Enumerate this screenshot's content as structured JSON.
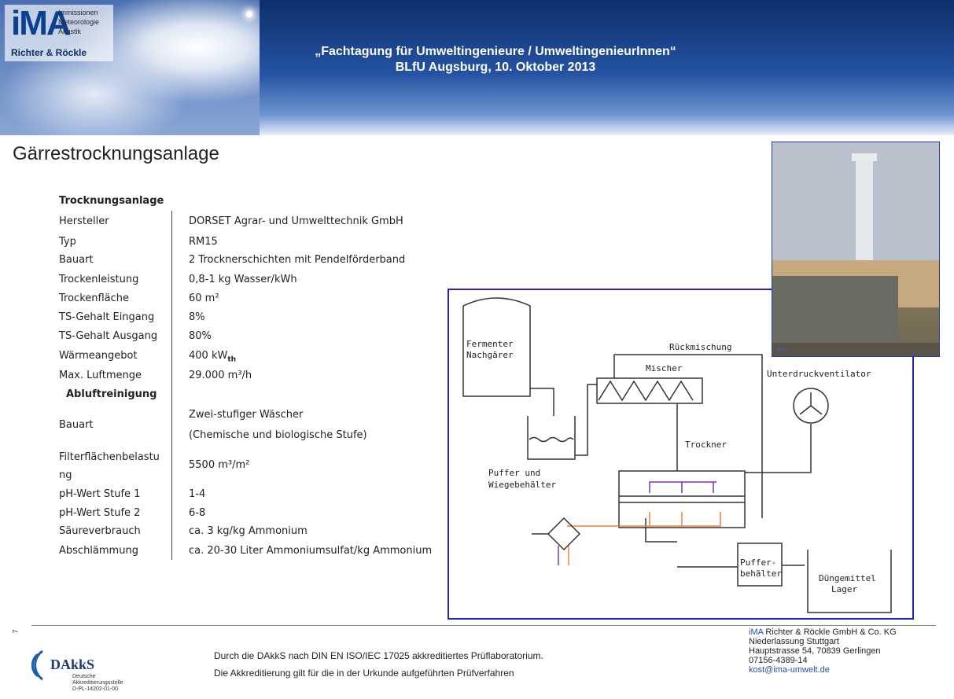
{
  "header": {
    "logo_ima": "iMA",
    "logo_lines": [
      "Immissionen",
      "Meteorologie",
      "Akustik"
    ],
    "logo_company": "Richter & Röckle",
    "conference_line1": "„Fachtagung für  Umweltingenieure / UmweltingenieurInnen“",
    "conference_line2": "BLfU Augsburg, 10. Oktober 2013"
  },
  "slide_title": "Gärrestrocknungsanlage",
  "table": {
    "section1": "Trocknungsanlage",
    "rows": [
      {
        "label": "Hersteller",
        "value": "DORSET Agrar- und Umwelttechnik GmbH"
      },
      {
        "label": "Typ",
        "value": "RM15"
      },
      {
        "label": "Bauart",
        "value": "2 Trocknerschichten mit Pendelförderband"
      },
      {
        "label": "Trockenleistung",
        "value": "0,8-1 kg Wasser/kWh"
      },
      {
        "label": "Trockenfläche",
        "value": "60 m²"
      },
      {
        "label": "TS-Gehalt Eingang",
        "value": "8%"
      },
      {
        "label": "TS-Gehalt Ausgang",
        "value": "80%"
      },
      {
        "label": "Wärmeangebot",
        "value": "400 kW",
        "sub": "th"
      },
      {
        "label": "Max. Luftmenge",
        "value": "29.000 m³/h"
      }
    ],
    "section2": "Abluftreinigung",
    "rows2": [
      {
        "label": "Bauart",
        "value": "Zwei-stufiger Wäscher",
        "value2": "(Chemische und biologische Stufe)"
      },
      {
        "label": "Filterflächenbelastu",
        "label2": "ng",
        "value": "5500 m³/m²"
      },
      {
        "label": "pH-Wert Stufe 1",
        "value": "1-4"
      },
      {
        "label": "pH-Wert Stufe  2",
        "value": "6-8"
      },
      {
        "label": "Säureverbrauch",
        "value": "ca. 3 kg/kg Ammonium"
      },
      {
        "label": "Abschlämmung",
        "value": "ca. 20-30 Liter Ammoniumsulfat/kg Ammonium"
      }
    ]
  },
  "photo": {
    "tag": "iMA"
  },
  "diagram": {
    "fermenter": [
      "Fermenter",
      "Nachgärer"
    ],
    "rueckmischung": "Rückmischung",
    "mischer": "Mischer",
    "ventilator": "Unterdruckventilator",
    "trockner": "Trockner",
    "puffer_wiege": [
      "Puffer  und",
      "Wiegebehälter"
    ],
    "pufferbehaelter": [
      "Puffer-",
      "behälter"
    ],
    "duenger": [
      "Düngemittel",
      "Lager"
    ]
  },
  "footer": {
    "page_number": "7",
    "dakks_name": "DAkkS",
    "dakks_lines": [
      "Deutsche",
      "Akkreditierungsstelle",
      "D-PL-14202-01-00"
    ],
    "line1": "Durch die DAkkS nach DIN EN ISO/IEC 17025 akkreditiertes Prüflaboratorium.",
    "line2": "Die Akkreditierung gilt für die in der Urkunde aufgeführten Prüfverfahren",
    "imprint_brand": "iMA",
    "imprint_company": " Richter & Röckle GmbH  & Co. KG",
    "imprint_lines": [
      "Niederlassung Stuttgart",
      "Hauptstrasse 54, 70839 Gerlingen",
      "07156-4389-14"
    ],
    "email": "kost@ima-umwelt.de"
  },
  "colors": {
    "header_dark": "#0d2f6c",
    "border_blue": "#2323b8",
    "purple": "#7b35b5",
    "orange": "#f07f3c"
  }
}
